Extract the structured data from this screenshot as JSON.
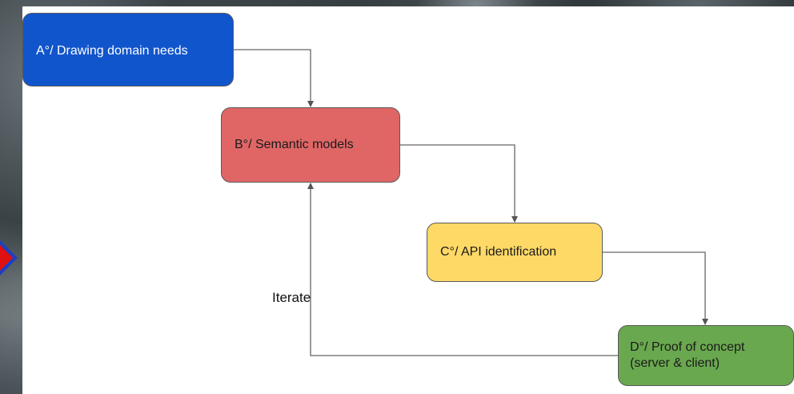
{
  "diagram": {
    "nodes": [
      {
        "id": "a",
        "label": "A°/ Drawing domain needs",
        "color": "#1155cc"
      },
      {
        "id": "b",
        "label": "B°/ Semantic models",
        "color": "#e06666"
      },
      {
        "id": "c",
        "label": "C°/ API identification",
        "color": "#ffd966"
      },
      {
        "id": "d",
        "label": "D°/ Proof of concept\n(server & client)",
        "color": "#6aa84f"
      }
    ],
    "edges": [
      {
        "from": "a",
        "to": "b"
      },
      {
        "from": "b",
        "to": "c"
      },
      {
        "from": "c",
        "to": "d"
      },
      {
        "from": "d",
        "to": "b",
        "label": "Iterate"
      }
    ]
  }
}
